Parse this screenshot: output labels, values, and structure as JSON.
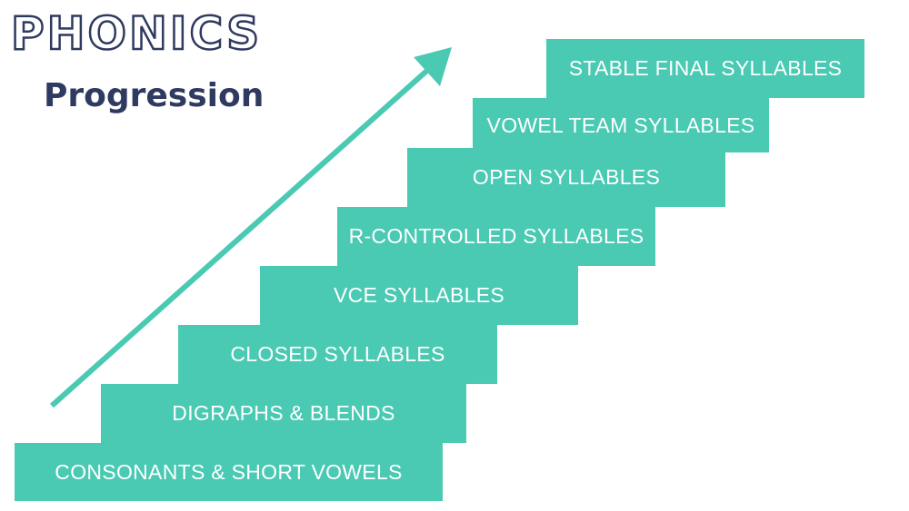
{
  "header": {
    "title": "PHONICS",
    "subtitle": "Progression"
  },
  "colors": {
    "accent": "#4ac9b3",
    "title": "#2f3a60",
    "step_text": "#ffffff"
  },
  "arrow": {
    "icon": "arrow-up-right-icon"
  },
  "steps": [
    "CONSONANTS & SHORT VOWELS",
    "DIGRAPHS & BLENDS",
    "CLOSED SYLLABLES",
    "VCE SYLLABLES",
    "R-CONTROLLED SYLLABLES",
    "OPEN SYLLABLES",
    "VOWEL TEAM SYLLABLES",
    "STABLE FINAL SYLLABLES"
  ]
}
